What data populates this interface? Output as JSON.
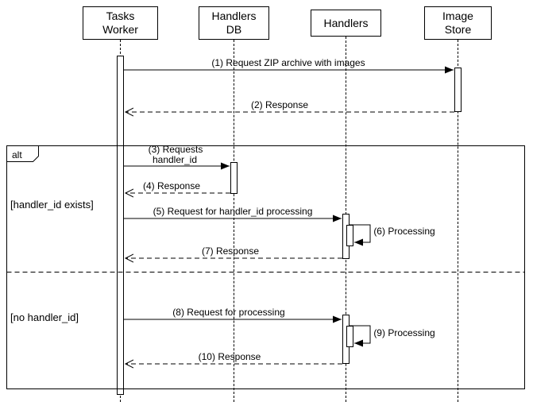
{
  "colors": {
    "line": "#000000",
    "background": "#ffffff",
    "text": "#000000"
  },
  "participants": {
    "tasks_worker": {
      "line1": "Tasks",
      "line2": "Worker"
    },
    "handlers_db": {
      "line1": "Handlers",
      "line2": "DB"
    },
    "handlers": {
      "line1": "Handlers"
    },
    "image_store": {
      "line1": "Image",
      "line2": "Store"
    }
  },
  "frame": {
    "operator": "alt",
    "guard_first": "[handler_id exists]",
    "guard_second": "[no handler_id]"
  },
  "messages": {
    "m1": "(1) Request ZIP archive with images",
    "m2": "(2) Response",
    "m3_line1": "(3) Requests",
    "m3_line2": "handler_id",
    "m4": "(4) Response",
    "m5": "(5) Request for handler_id processing",
    "m6": "(6) Processing",
    "m7": "(7) Response",
    "m8": "(8) Request for processing",
    "m9": "(9) Processing",
    "m10": "(10) Response"
  }
}
